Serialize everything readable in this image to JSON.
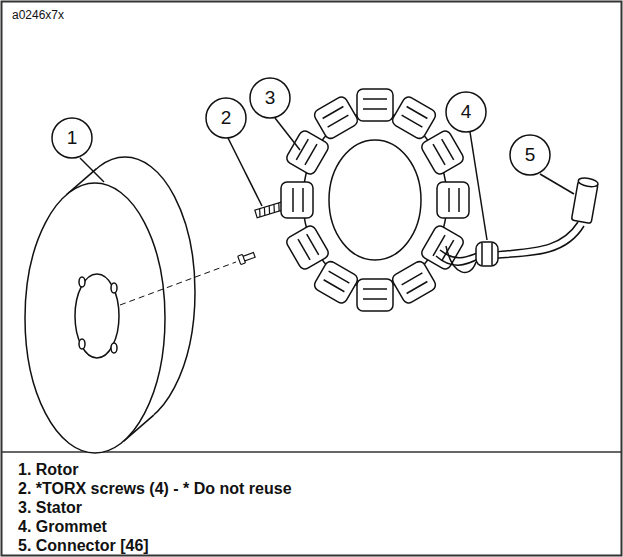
{
  "diagram": {
    "labels": [
      "a0246x7x",
      "1",
      "2",
      "3",
      "4",
      "5",
      "1. Rotor",
      "2. *TORX screws (4) - * Do not reuse",
      "3. Stator",
      "4. Grommet",
      "5. Connector [46]"
    ]
  }
}
